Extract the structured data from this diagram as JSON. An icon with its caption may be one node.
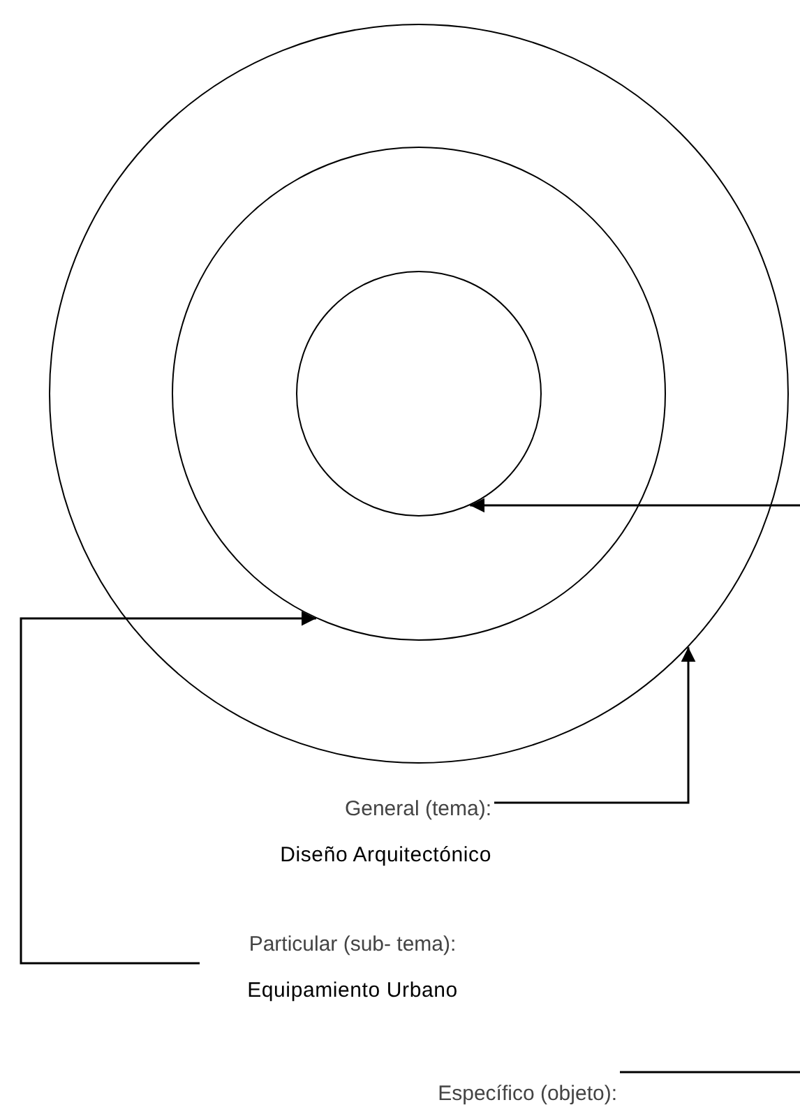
{
  "diagram": {
    "nodes": [
      {
        "text": [],
        "shape": "circle"
      },
      {
        "text": [],
        "shape": "circle",
        "in": 0
      },
      {
        "text": [],
        "shape": "circle",
        "in": 1
      },
      {
        "text": [
          "General (tema):",
          "Diseño Arquitectónico"
        ]
      },
      {
        "text": [
          "Particular (sub- tema):",
          "Equipamiento Urbano"
        ]
      },
      {
        "text": [
          "Específico (objeto):"
        ]
      }
    ],
    "edges": [
      {
        "from": 3,
        "to": 0,
        "arrow": "to"
      },
      {
        "from": 4,
        "to": 1,
        "arrow": "to"
      },
      {
        "from": 5,
        "to": 2,
        "arrow": "to"
      }
    ]
  }
}
